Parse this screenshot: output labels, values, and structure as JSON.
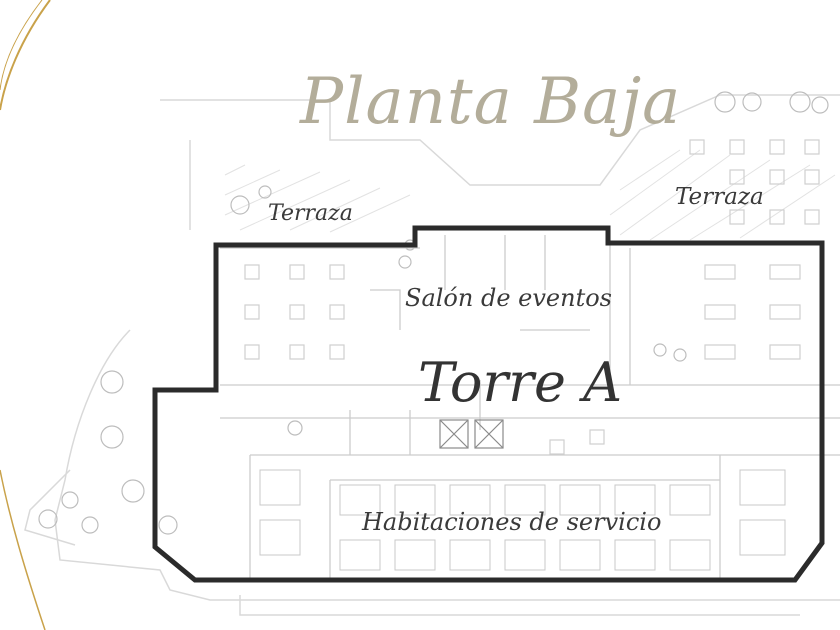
{
  "floor_plan": {
    "title": "Planta Baja",
    "labels": {
      "terraza_left": "Terraza",
      "terraza_right": "Terraza",
      "salon": "Salón de eventos",
      "torre": "Torre A",
      "habitaciones": "Habitaciones de servicio"
    },
    "colors": {
      "title": "#b3ad9a",
      "outline": "#2b2b2b",
      "linework": "#c9c9c9",
      "gold_arc": "#c9a24a"
    }
  }
}
